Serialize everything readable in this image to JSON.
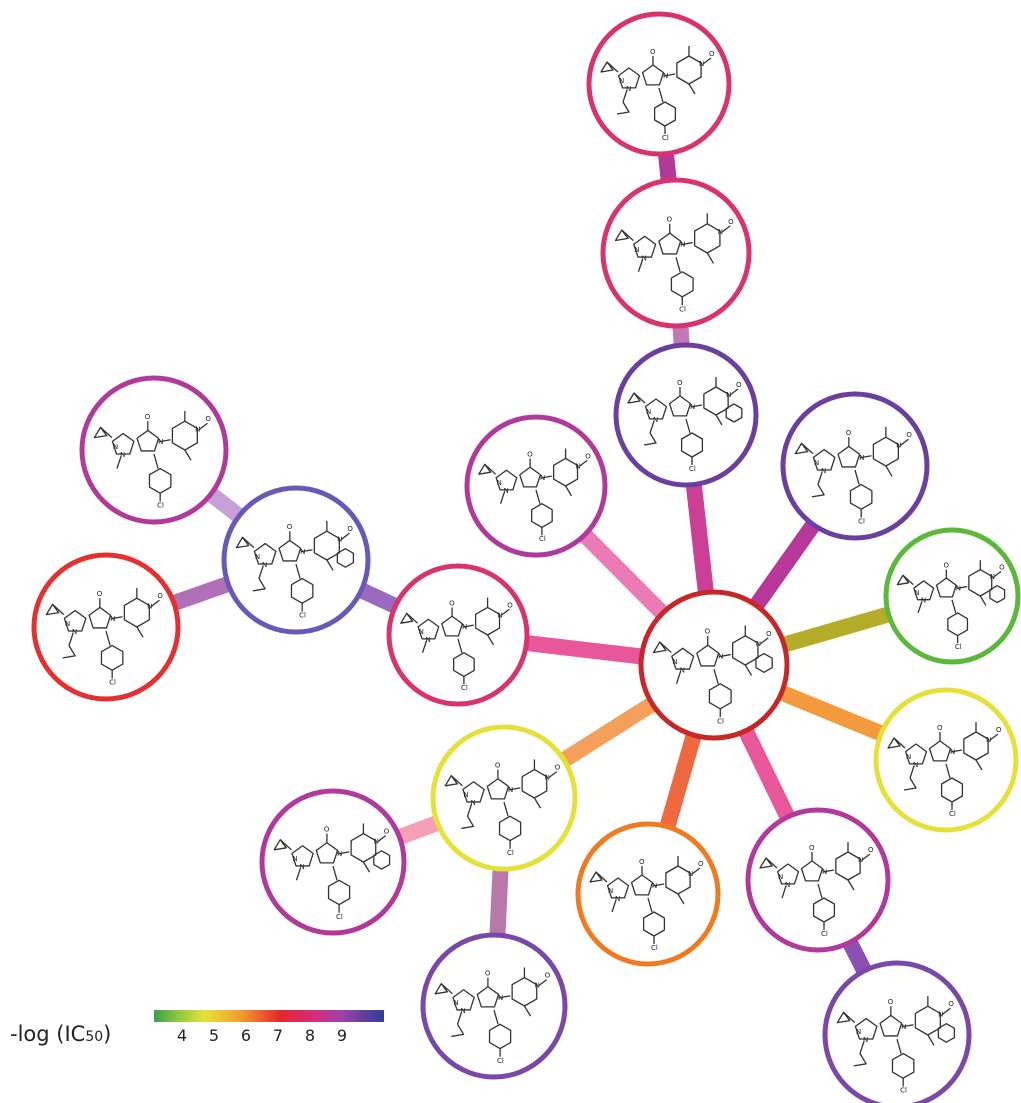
{
  "legend": {
    "title": "-log (IC50)",
    "title_main": "-log (IC",
    "title_sub": "50",
    "title_end": ")",
    "ticks": [
      "4",
      "5",
      "6",
      "7",
      "8",
      "9"
    ],
    "scale_colors": [
      "#3aa14a",
      "#e8e13a",
      "#f29b2c",
      "#e3262d",
      "#d92c7e",
      "#9a44a8",
      "#6a3fa0",
      "#2c3f96"
    ]
  },
  "nodes": [
    {
      "id": "center",
      "color": "#c62828",
      "variant": 0
    },
    {
      "id": "n1",
      "color": "#d8336f",
      "variant": 1
    },
    {
      "id": "n2",
      "color": "#d8336f",
      "variant": 2
    },
    {
      "id": "n3",
      "color": "#6a3fa0",
      "variant": 3
    },
    {
      "id": "n4",
      "color": "#b0399a",
      "variant": 4
    },
    {
      "id": "n5",
      "color": "#6a3fa0",
      "variant": 5
    },
    {
      "id": "n6",
      "color": "#5cb83a",
      "variant": 6
    },
    {
      "id": "n7",
      "color": "#e6e03a",
      "variant": 7
    },
    {
      "id": "n8",
      "color": "#b0399a",
      "variant": 8
    },
    {
      "id": "n9",
      "color": "#7a49a8",
      "variant": 9
    },
    {
      "id": "n10",
      "color": "#f07a20",
      "variant": 10
    },
    {
      "id": "n11",
      "color": "#e6e03a",
      "variant": 11
    },
    {
      "id": "n12",
      "color": "#b0399a",
      "variant": 12
    },
    {
      "id": "n13",
      "color": "#7a49a8",
      "variant": 13
    },
    {
      "id": "n14",
      "color": "#d8336f",
      "variant": 14
    },
    {
      "id": "n15",
      "color": "#6a58b8",
      "variant": 15
    },
    {
      "id": "n16",
      "color": "#b0399a",
      "variant": 16
    },
    {
      "id": "n17",
      "color": "#e53030",
      "variant": 17
    }
  ],
  "edges": [
    {
      "from": "n1",
      "to": "n2",
      "color": "#b0399a"
    },
    {
      "from": "n2",
      "to": "n3",
      "color": "#c07ab8"
    },
    {
      "from": "n3",
      "to": "center",
      "color": "#cc3f96"
    },
    {
      "from": "n4",
      "to": "center",
      "color": "#ea7bb5"
    },
    {
      "from": "n5",
      "to": "center",
      "color": "#b8389a"
    },
    {
      "from": "n6",
      "to": "center",
      "color": "#b5ac2a"
    },
    {
      "from": "n7",
      "to": "center",
      "color": "#f39a3c"
    },
    {
      "from": "n8",
      "to": "center",
      "color": "#e8579a"
    },
    {
      "from": "n8",
      "to": "n9",
      "color": "#8c4fb4"
    },
    {
      "from": "n10",
      "to": "center",
      "color": "#f06840"
    },
    {
      "from": "n11",
      "to": "center",
      "color": "#f5a05a"
    },
    {
      "from": "n11",
      "to": "n12",
      "color": "#f6a0b8"
    },
    {
      "from": "n11",
      "to": "n13",
      "color": "#b87aa8"
    },
    {
      "from": "n14",
      "to": "center",
      "color": "#e8579a"
    },
    {
      "from": "n14",
      "to": "n15",
      "color": "#9a6ac0"
    },
    {
      "from": "n15",
      "to": "n16",
      "color": "#c8a0d8"
    },
    {
      "from": "n15",
      "to": "n17",
      "color": "#b070b8"
    }
  ]
}
